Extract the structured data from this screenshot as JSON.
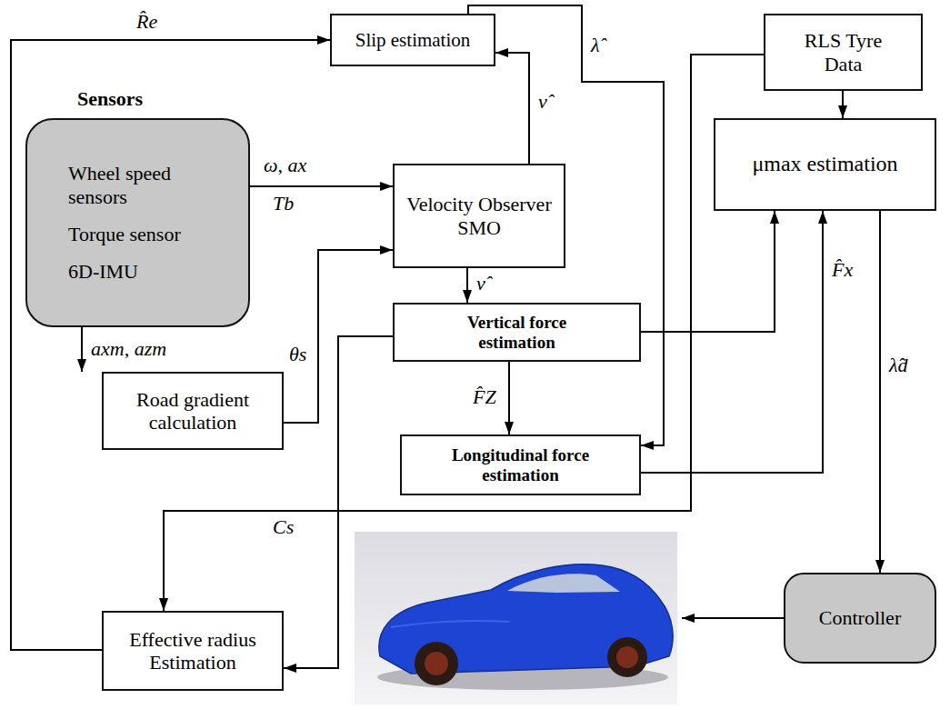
{
  "diagram": {
    "nodes": [
      {
        "text": [
          "Slip estimation"
        ]
      },
      {
        "text": [
          "RLS Tyre Data"
        ]
      },
      {
        "text": [
          "Sensors",
          "Wheel speed sensors",
          "Torque sensor",
          "6D-IMU"
        ]
      },
      {
        "text": [
          "Velocity Observer SMO"
        ]
      },
      {
        "text": [
          "μmax estimation"
        ]
      },
      {
        "text": [
          "Vertical force estimation"
        ]
      },
      {
        "text": [
          "Road gradient calculation"
        ]
      },
      {
        "text": [
          "Longitudinal force estimation"
        ]
      },
      {
        "text": [
          "Controller"
        ]
      },
      {
        "text": [
          "Effective radius Estimation"
        ]
      }
    ],
    "edges": [
      {
        "from": 9,
        "to": 0,
        "arrow": "to",
        "label": "R̂e"
      },
      {
        "from": 3,
        "to": 0,
        "arrow": "to",
        "label": "ν̂"
      },
      {
        "from": 0,
        "to": 7,
        "arrow": "to",
        "label": "λ̂"
      },
      {
        "from": 1,
        "to": 4,
        "arrow": "to"
      },
      {
        "from": 2,
        "to": 3,
        "arrow": "to",
        "label": "ω, ax"
      },
      {
        "from": 6,
        "to": 3,
        "arrow": "to",
        "label": "θs"
      },
      {
        "from": 2,
        "to": 6,
        "arrow": "to",
        "label": "axm, azm"
      },
      {
        "from": 3,
        "to": 5,
        "arrow": "to",
        "label": "ν̂"
      },
      {
        "from": 5,
        "to": 7,
        "arrow": "to",
        "label": "F̂Z"
      },
      {
        "from": 5,
        "to": 4,
        "arrow": "to"
      },
      {
        "from": 7,
        "to": 4,
        "arrow": "to",
        "label": "F̂x"
      },
      {
        "from": 4,
        "to": 8,
        "arrow": "to",
        "label": "λ̂d"
      },
      {
        "from": 5,
        "to": 9,
        "arrow": "to"
      },
      {
        "from": 1,
        "to": 9,
        "arrow": "to",
        "label": "Cs"
      }
    ],
    "labels": [
      "Tb"
    ]
  }
}
